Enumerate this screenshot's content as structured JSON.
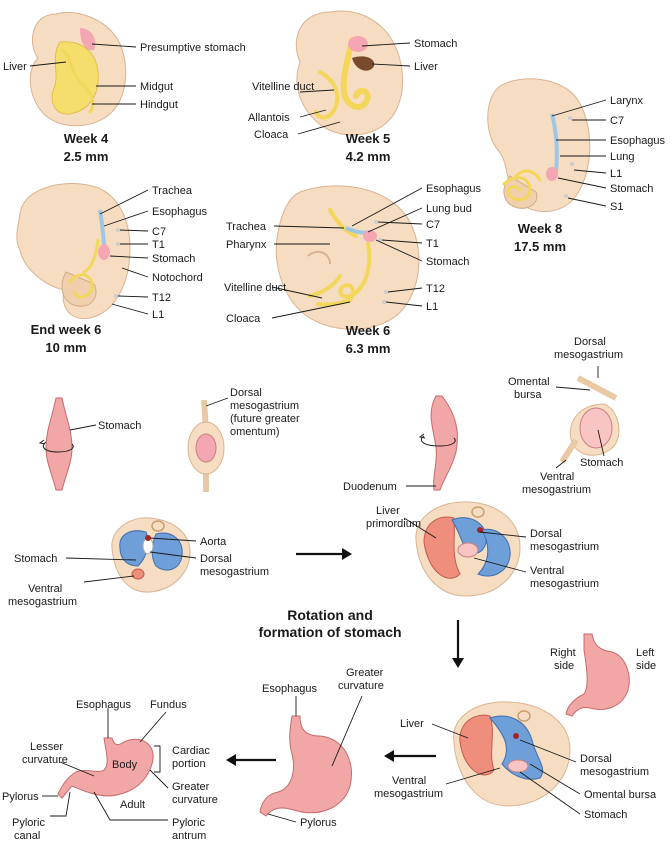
{
  "embryos": {
    "week4": {
      "caption_week": "Week 4",
      "caption_size": "2.5 mm",
      "labels": {
        "liver": "Liver",
        "presumptive_stomach": "Presumptive stomach",
        "midgut": "Midgut",
        "hindgut": "Hindgut"
      }
    },
    "week5": {
      "caption_week": "Week 5",
      "caption_size": "4.2 mm",
      "labels": {
        "stomach": "Stomach",
        "liver": "Liver",
        "vitelline_duct": "Vitelline duct",
        "allantois": "Allantois",
        "cloaca": "Cloaca"
      }
    },
    "week8": {
      "caption_week": "Week 8",
      "caption_size": "17.5 mm",
      "labels": {
        "larynx": "Larynx",
        "c7": "C7",
        "esophagus": "Esophagus",
        "lung": "Lung",
        "l1": "L1",
        "stomach": "Stomach",
        "s1": "S1"
      }
    },
    "end_week6": {
      "caption_week": "End week 6",
      "caption_size": "10 mm",
      "labels": {
        "trachea": "Trachea",
        "esophagus": "Esophagus",
        "c7": "C7",
        "t1": "T1",
        "stomach": "Stomach",
        "notochord": "Notochord",
        "t12": "T12",
        "l1": "L1"
      }
    },
    "week6": {
      "caption_week": "Week 6",
      "caption_size": "6.3 mm",
      "labels": {
        "esophagus": "Esophagus",
        "lung_bud": "Lung bud",
        "trachea": "Trachea",
        "c7": "C7",
        "pharynx": "Pharynx",
        "t1": "T1",
        "stomach": "Stomach",
        "vitelline_duct": "Vitelline duct",
        "t12": "T12",
        "cloaca": "Cloaca",
        "l1": "L1"
      }
    }
  },
  "rotation": {
    "title": "Rotation and formation of stomach",
    "labels": {
      "stomach": "Stomach",
      "dorsal_mesogastrium_future": "Dorsal mesogastrium (future greater omentum)",
      "dorsal_mesogastrium": "Dorsal mesogastrium",
      "omental_bursa": "Omental bursa",
      "duodenum": "Duodenum",
      "ventral_mesogastrium": "Ventral mesogastrium",
      "aorta": "Aorta",
      "liver_primordium": "Liver primordium",
      "right_side": "Right side",
      "left_side": "Left side",
      "liver": "Liver",
      "greater_curvature": "Greater curvature",
      "esophagus": "Esophagus",
      "pylorus": "Pylorus",
      "fundus": "Fundus",
      "lesser_curvature": "Lesser curvature",
      "body": "Body",
      "cardiac_portion": "Cardiac portion",
      "adult": "Adult",
      "pyloric_canal": "Pyloric canal",
      "pyloric_antrum": "Pyloric antrum"
    }
  }
}
